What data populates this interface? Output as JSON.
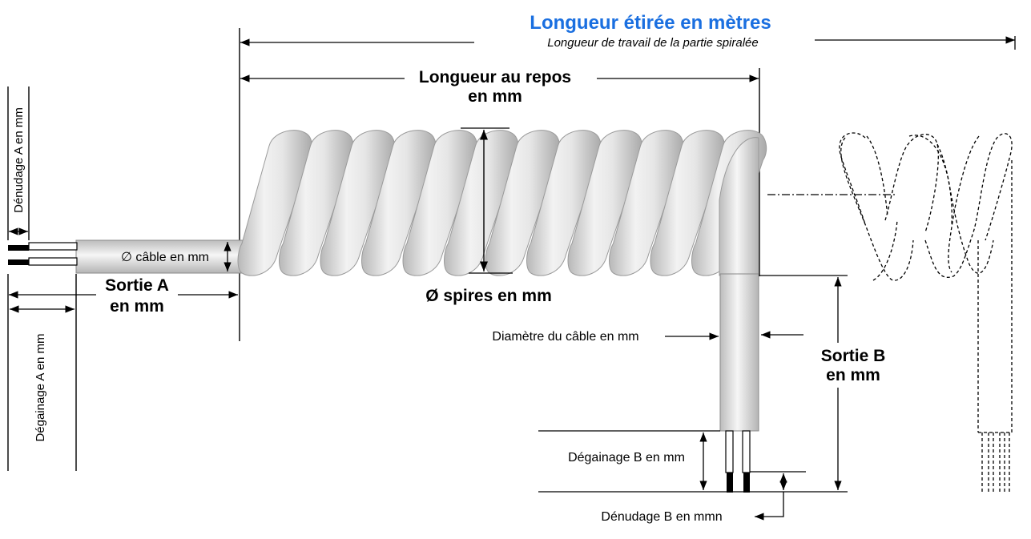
{
  "colors": {
    "title": "#1a6fe0",
    "cable_light": "#f4f4f4",
    "cable_dark": "#bdbdbd",
    "line": "#000000"
  },
  "labels": {
    "title": "Longueur étirée en mètres",
    "subtitle": "Longueur de travail de la partie spiralée",
    "rest_length_1": "Longueur au repos",
    "rest_length_2": "en mm",
    "cable_diameter_a": "∅ câble en mm",
    "exit_a_1": "Sortie A",
    "exit_a_2": "en mm",
    "coil_diameter": "Ø spires en mm",
    "cable_diameter_b": "Diamètre du câble en mm",
    "exit_b_1": "Sortie B",
    "exit_b_2": "en mm",
    "stripping_a": "Dénudage A en mm",
    "sheath_a": "Dégainage A  en  mm",
    "sheath_b": "Dégainage B  en mm",
    "stripping_b": "Dénudage B  en mmn"
  },
  "coil": {
    "turns": 12
  }
}
